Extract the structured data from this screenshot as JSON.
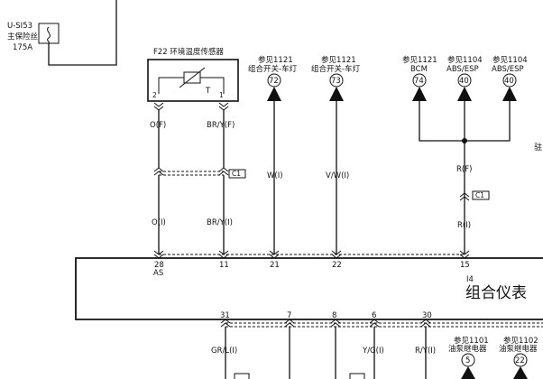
{
  "fuse": {
    "name": "U-SI53",
    "desc": "主保险丝",
    "rating": "175A"
  },
  "sensor": {
    "title": "F22 环境温度传感器",
    "symbol": "T",
    "pin_left": "2",
    "pin_right": "1"
  },
  "wires": {
    "left_top": "O(F)",
    "right_top": "BR/Y(F)",
    "left_bottom": "O(I)",
    "right_bottom": "BR/Y(I)",
    "w72": "W(I)",
    "w73": "V/W(I)",
    "rf": "R(F)",
    "ri": "R(I)",
    "b31": "GR/L(I)",
    "b6": "Y/G(I)",
    "b30": "R/Y(I)"
  },
  "connectors": {
    "c1a": "C1",
    "c1b": "C1"
  },
  "refs": [
    {
      "top": "参见1121",
      "sub": "组合开关-车灯",
      "num": "72"
    },
    {
      "top": "参见1121",
      "sub": "组合开关-车灯",
      "num": "73"
    },
    {
      "top": "参见1121",
      "sub": "BCM",
      "num": "74"
    },
    {
      "top": "参见1104",
      "sub": "ABS/ESP",
      "num": "40"
    },
    {
      "top": "参见1104",
      "sub": "ABS/ESP",
      "num": "40"
    }
  ],
  "bottom_refs": [
    {
      "top": "参见1101",
      "sub": "油泵继电器",
      "num": "5"
    },
    {
      "top": "参见1102",
      "sub": "油泵继电器",
      "num": "22"
    }
  ],
  "edge_text": "驻",
  "cluster": {
    "id": "I4",
    "name": "组合仪表",
    "pins_top": [
      "28",
      "11",
      "21",
      "22",
      "15"
    ],
    "pin_28_sub": "AS",
    "pins_bottom": [
      "31",
      "7",
      "8",
      "6",
      "30"
    ]
  }
}
